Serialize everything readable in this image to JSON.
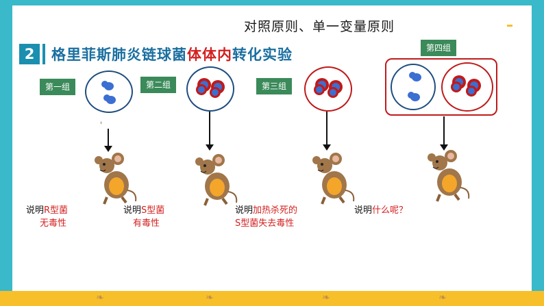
{
  "header": {
    "title": "对照原则、单一变量原则"
  },
  "section": {
    "number": "2",
    "heading_part1": "格里菲斯肺炎链球菌",
    "heading_highlight": "体体内",
    "heading_part2": "转化实验"
  },
  "groups": [
    {
      "label": "第一组",
      "caption_prefix": "说明",
      "caption_red1": "R型菌",
      "caption_red2": "无毒性"
    },
    {
      "label": "第二组",
      "caption_prefix": "说明",
      "caption_red1": "S型菌",
      "caption_red2": "有毒性"
    },
    {
      "label": "第三组",
      "caption_prefix": "说明",
      "caption_red1": "加热杀死的",
      "caption_red2": "S型菌失去毒性"
    },
    {
      "label": "第四组",
      "caption_prefix": "说明",
      "caption_red1": "什么呢？"
    }
  ],
  "colors": {
    "frame": "#39b9c9",
    "bottom_strip": "#f7bf2a",
    "section_blue": "#1a8fb0",
    "heading_blue": "#1a6fa0",
    "highlight_red": "#d41f1f",
    "label_green": "#3b8a5a",
    "r_cell": "#3b6fd1",
    "s_capsule": "#c01a1a"
  },
  "icons": {
    "r_bacteria": "blue-coccus-icon",
    "s_bacteria": "red-capsule-coccus-icon",
    "mouse": "mouse-icon"
  }
}
